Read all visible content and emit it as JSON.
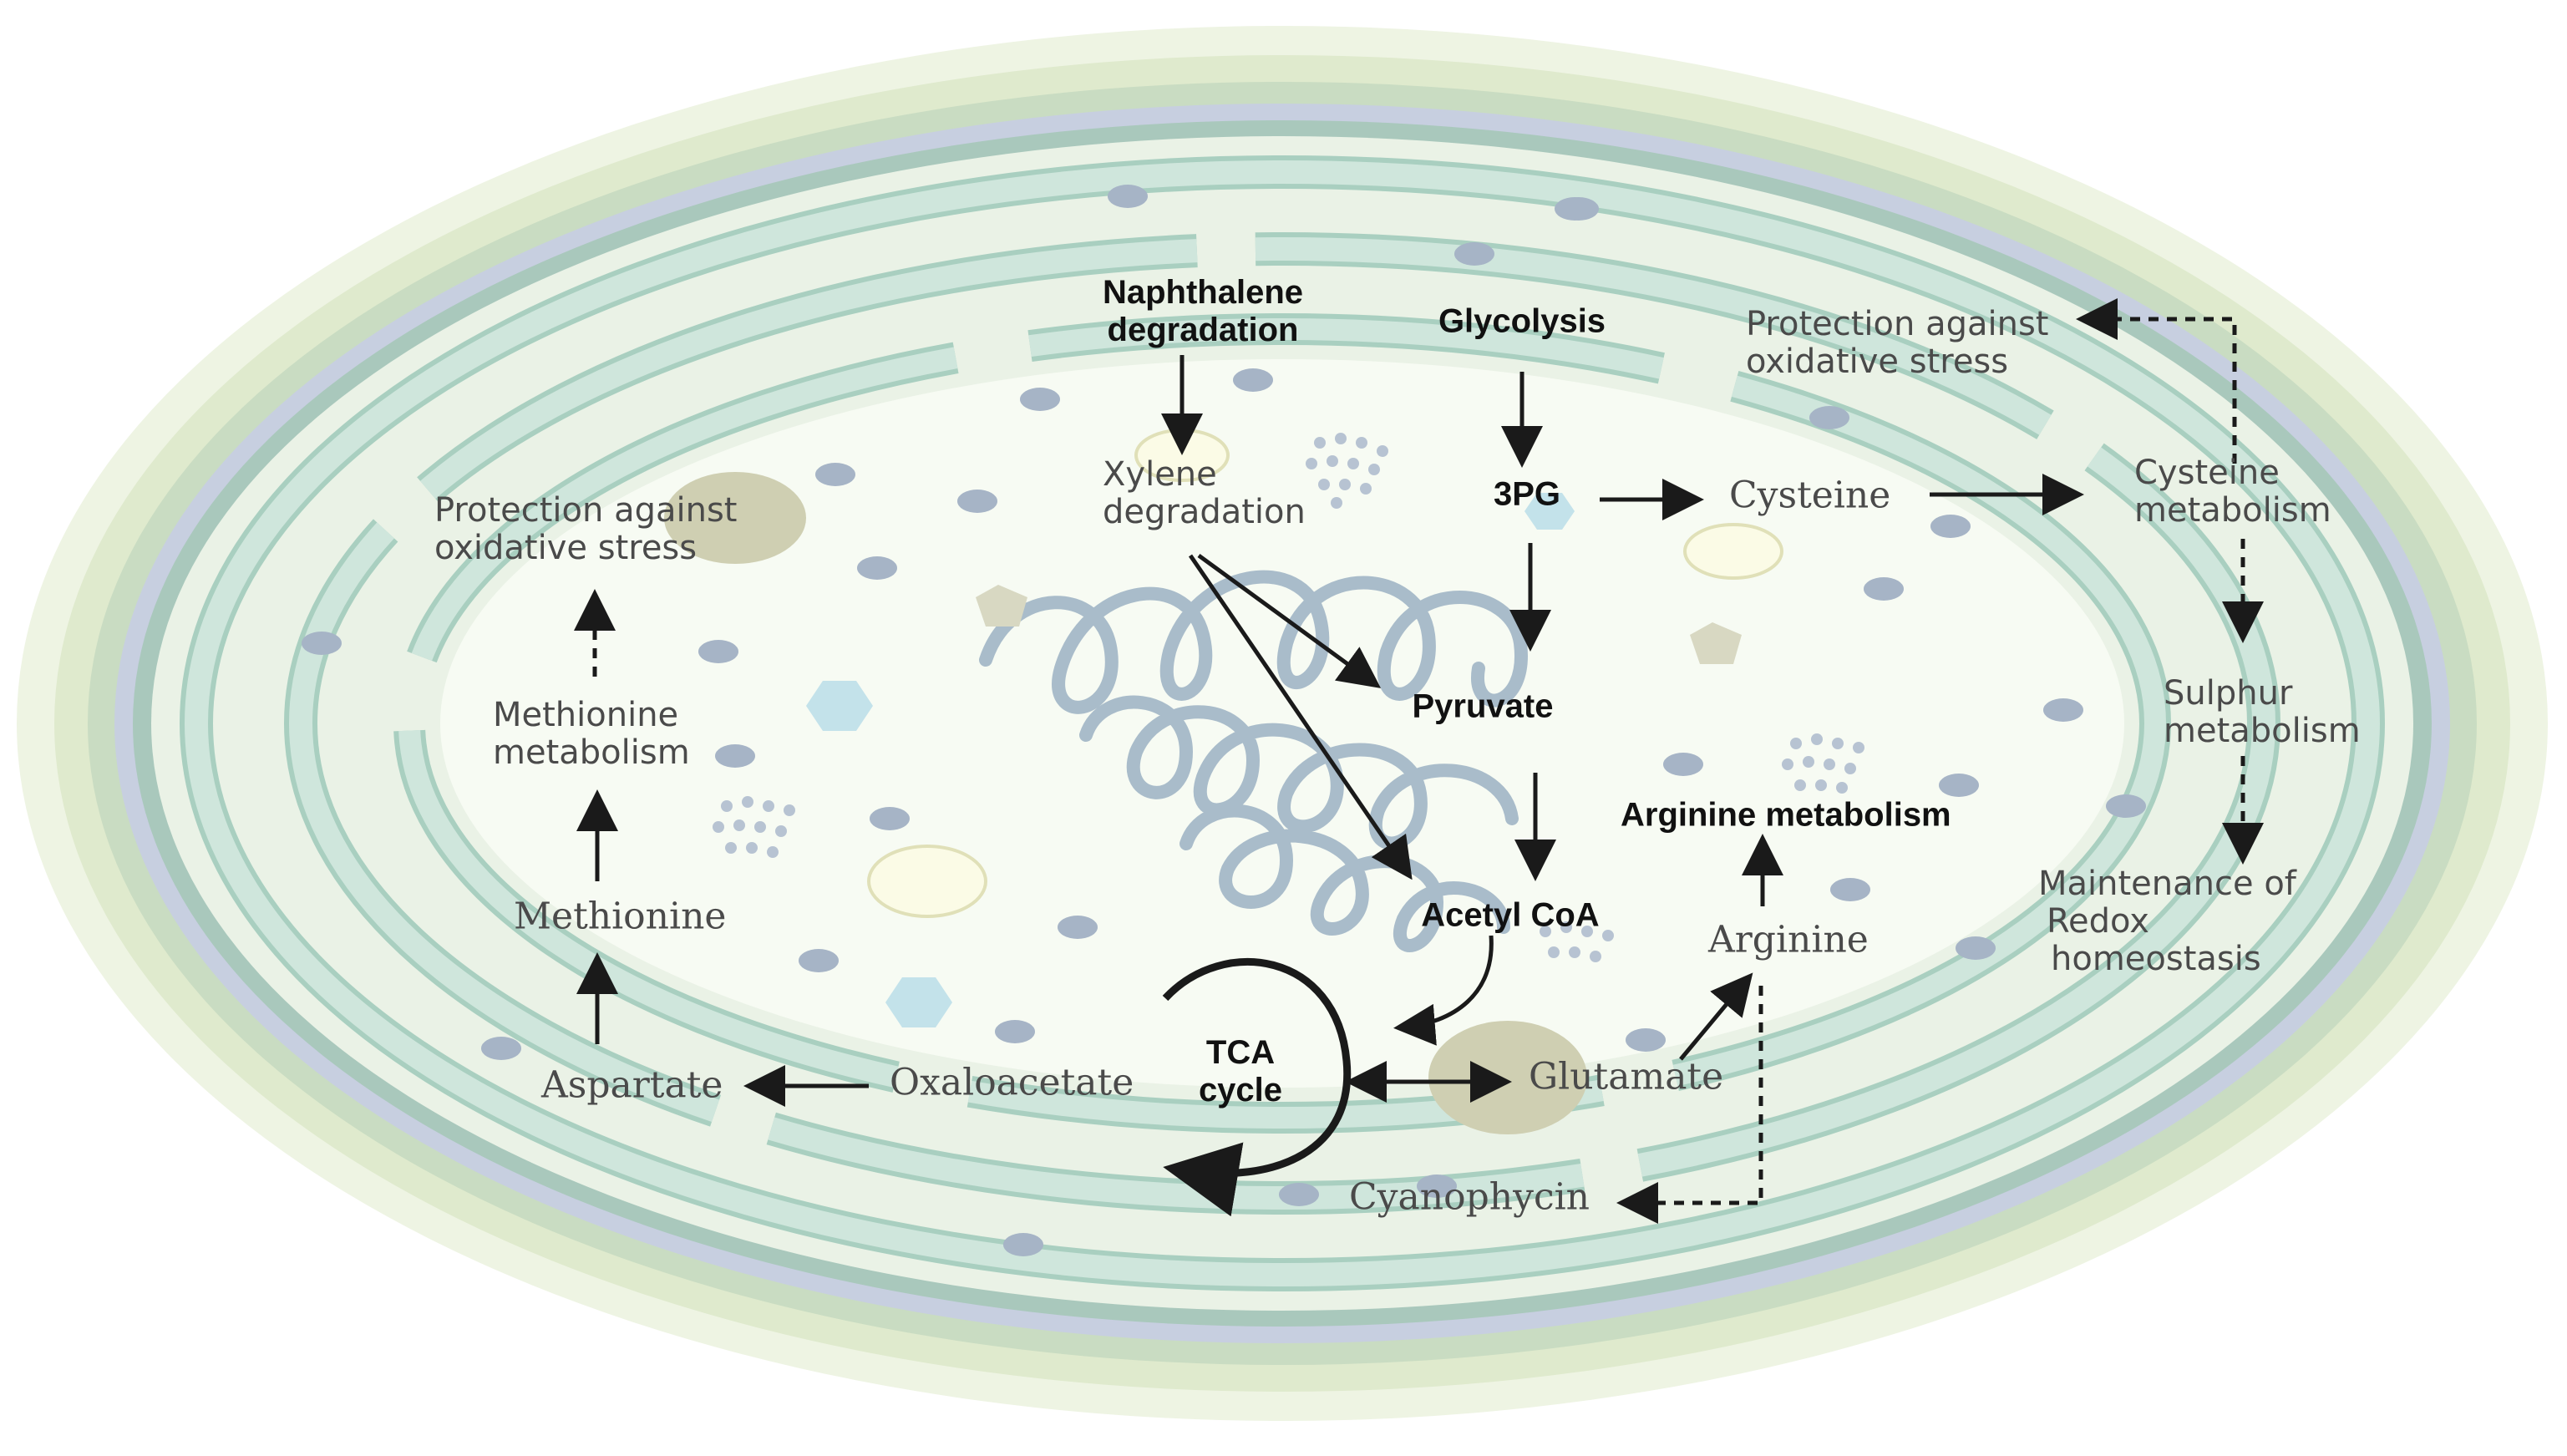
{
  "nodes": {
    "naphthalene": [
      "Naphthalene",
      "degradation"
    ],
    "glycolysis": "Glycolysis",
    "xylene": [
      "Xylene",
      "degradation"
    ],
    "pg3": "3PG",
    "cysteine": "Cysteine",
    "cysteine_metabolism": [
      "Cysteine",
      "metabolism"
    ],
    "protection_right": [
      "Protection against",
      "oxidative stress"
    ],
    "sulphur_metabolism": [
      "Sulphur",
      "metabolism"
    ],
    "redox": [
      "Maintenance of",
      "Redox",
      "homeostasis"
    ],
    "pyruvate": "Pyruvate",
    "acetyl_coa": "Acetyl CoA",
    "arginine_metabolism": "Arginine metabolism",
    "arginine": "Arginine",
    "glutamate": "Glutamate",
    "cyanophycin": "Cyanophycin",
    "tca": [
      "TCA",
      "cycle"
    ],
    "oxaloacetate": "Oxaloacetate",
    "aspartate": "Aspartate",
    "methionine": "Methionine",
    "methionine_metabolism": [
      "Methionine",
      "metabolism"
    ],
    "protection_left": [
      "Protection against",
      "oxidative stress"
    ]
  },
  "colors": {
    "outer_halo": "#eef4e3",
    "membrane_green": "#c9dcc2",
    "membrane_blue": "#c7cfe0",
    "thylakoid": "#cfe6dc",
    "thylakoid_edge": "#a9cfc0",
    "cytoplasm": "#f7fbf3",
    "dna": "#a9bcca",
    "granule": "#a6b4c6",
    "carboxysome": "#c3e2ea",
    "inclusion": "#cfcfb2",
    "arrow": "#1a1a1a"
  }
}
